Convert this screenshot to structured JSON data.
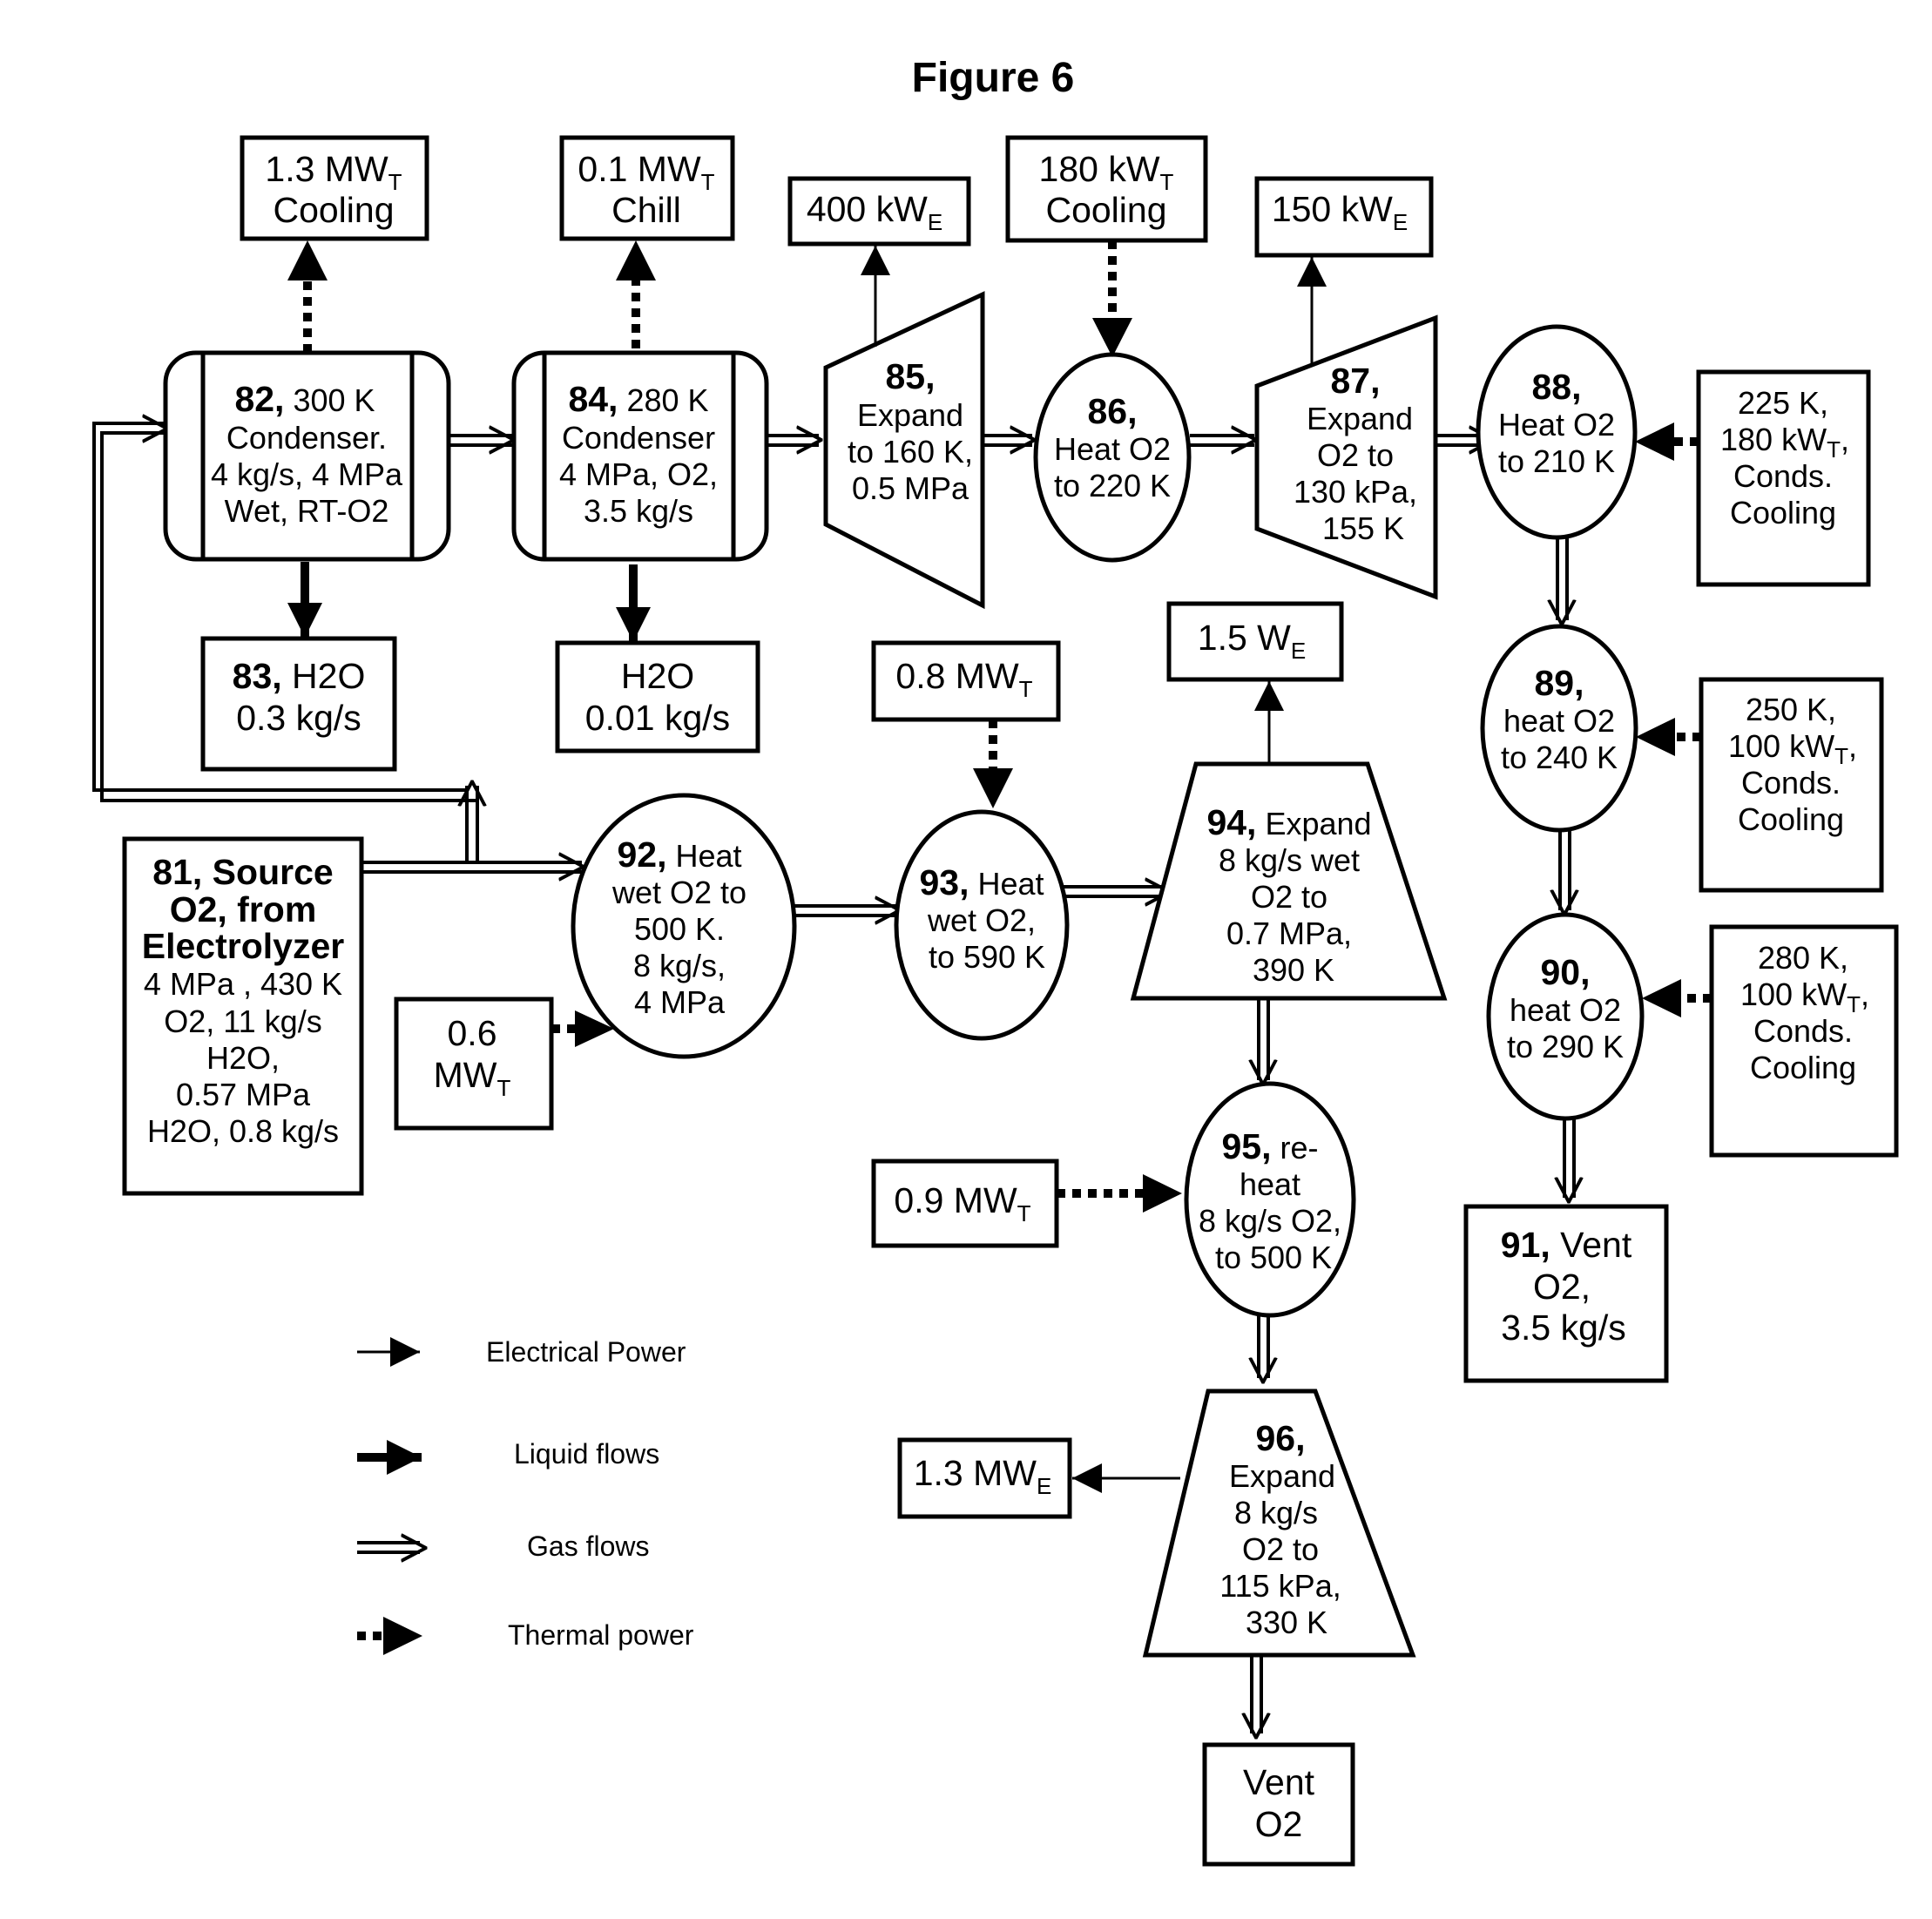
{
  "title": "Figure 6",
  "nodes": {
    "n82": {
      "num": "82,",
      "l1": " 300 K",
      "l2": "Condenser.",
      "l3": "4 kg/s, 4 MPa",
      "l4": "Wet, RT-O2"
    },
    "n84": {
      "num": "84,",
      "l1": " 280 K",
      "l2": "Condenser",
      "l3": "4 MPa, O2,",
      "l4": "3.5 kg/s"
    },
    "n85": {
      "num": "85,",
      "l1": "Expand",
      "l2": "to 160 K,",
      "l3": "0.5 MPa"
    },
    "n86": {
      "num": "86,",
      "l1": "Heat O2",
      "l2": "to 220 K"
    },
    "n87": {
      "num": "87,",
      "l1": "Expand",
      "l2": "O2  to",
      "l3": "130 kPa,",
      "l4": "155 K"
    },
    "n88": {
      "num": "88,",
      "l1": "Heat O2",
      "l2": "to 210 K"
    },
    "n89": {
      "num": "89,",
      "l1": "heat O2",
      "l2": "to 240 K"
    },
    "n90": {
      "num": "90,",
      "l1": "heat O2",
      "l2": "to 290 K"
    },
    "n91": {
      "num": "91,",
      "l1": " Vent",
      "l2": "O2,",
      "l3": "3.5 kg/s"
    },
    "n83": {
      "num": "83,",
      "l1": " H2O",
      "l2": "0.3 kg/s"
    },
    "h2o": {
      "l1": "H2O",
      "l2": "0.01 kg/s"
    },
    "n81": {
      "l1": "81, Source",
      "l2": "O2, from",
      "l3": "Electrolyzer",
      "l4": "4 MPa , 430 K",
      "l5": "O2, 11 kg/s",
      "l6": "H2O,",
      "l7": "0.57 MPa",
      "l8": "H2O, 0.8 kg/s"
    },
    "n92": {
      "num": "92,",
      "l1": " Heat",
      "l2": "wet O2 to",
      "l3": "500 K.",
      "l4": "8 kg/s,",
      "l5": "4 MPa"
    },
    "n93": {
      "num": "93,",
      "l1": " Heat",
      "l2": "wet  O2,",
      "l3": " to 590 K"
    },
    "n94": {
      "num": "94,",
      "l1": " Expand",
      "l2": "8 kg/s  wet",
      "l3": "O2  to",
      "l4": "0.7 MPa,",
      "l5": "390 K"
    },
    "n95": {
      "num": "95,",
      "l1": " re-",
      "l2": "heat",
      "l3": "8 kg/s  O2,",
      "l4": "to 500 K"
    },
    "n96": {
      "num": "96,",
      "l1": "Expand",
      "l2": "8 kg/s",
      "l3": "O2  to",
      "l4": "115 kPa,",
      "l5": "330 K"
    },
    "vent": {
      "l1": "Vent",
      "l2": "O2"
    }
  },
  "energy": {
    "e1": {
      "main": "1.3 MW",
      "sub": "T",
      "l2": "Cooling"
    },
    "e2": {
      "main": "0.1 MW",
      "sub": "T",
      "l2": "Chill"
    },
    "e3": {
      "main": "400 kW",
      "sub": "E"
    },
    "e4": {
      "main": "180 kW",
      "sub": "T",
      "l2": "Cooling"
    },
    "e5": {
      "main": "150 kW",
      "sub": "E"
    },
    "e6": {
      "l1": "225 K,",
      "l2a": "180 kW",
      "l2s": "T",
      "l2b": ",",
      "l3": "Conds.",
      "l4": "Cooling"
    },
    "e7": {
      "l1": "250 K,",
      "l2a": "100 kW",
      "l2s": "T",
      "l2b": ",",
      "l3": "Conds.",
      "l4": "Cooling"
    },
    "e8": {
      "l1": "280 K,",
      "l2a": "100 kW",
      "l2s": "T",
      "l2b": ",",
      "l3": "Conds.",
      "l4": "Cooling"
    },
    "e9": {
      "main": "1.5 W",
      "sub": "E"
    },
    "e10": {
      "main": "0.8 MW",
      "sub": "T"
    },
    "e11": {
      "l1": "0.6",
      "main": "MW",
      "sub": "T"
    },
    "e12": {
      "main": "0.9 MW",
      "sub": "T"
    },
    "e13": {
      "main": "1.3 MW",
      "sub": "E"
    }
  },
  "legend": {
    "electrical": "Electrical Power",
    "liquid": "Liquid flows",
    "gas": "Gas flows",
    "thermal": "Thermal power"
  }
}
